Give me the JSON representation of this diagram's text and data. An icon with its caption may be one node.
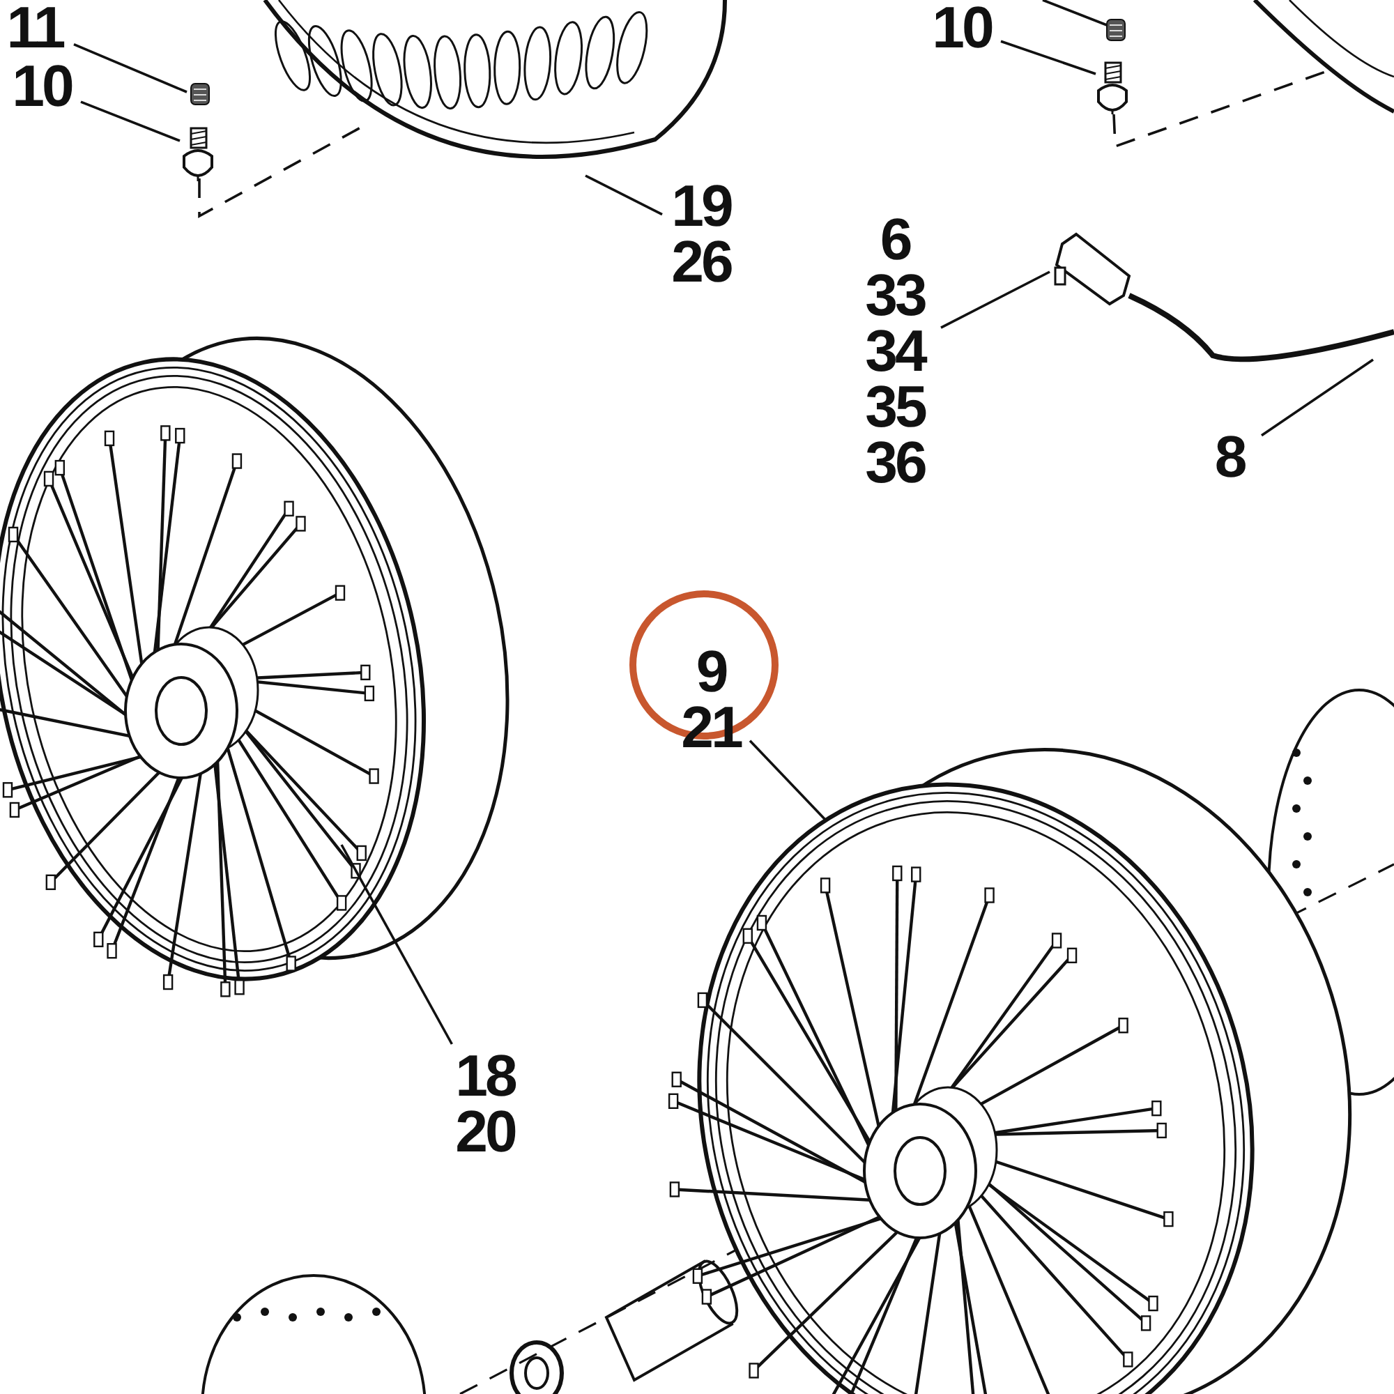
{
  "diagram": {
    "nodes": [
      {
        "text": [
          "11"
        ]
      },
      {
        "text": [
          "10"
        ]
      },
      {
        "text": [],
        "shape": "picture"
      },
      {
        "text": [],
        "shape": "picture"
      },
      {
        "text": [
          "19",
          "26"
        ]
      },
      {
        "text": [],
        "shape": "picture"
      },
      {
        "text": [
          "10"
        ]
      },
      {
        "text": [],
        "shape": "picture"
      },
      {
        "text": [],
        "shape": "picture"
      },
      {
        "text": [
          "6",
          "33",
          "34",
          "35",
          "36"
        ]
      },
      {
        "text": [],
        "shape": "picture"
      },
      {
        "text": [
          "8"
        ]
      },
      {
        "text": [],
        "shape": "picture"
      },
      {
        "text": [
          "9",
          "21"
        ]
      },
      {
        "text": [],
        "shape": "picture"
      },
      {
        "text": [],
        "shape": "picture"
      },
      {
        "text": [
          "18",
          "20"
        ]
      },
      {
        "text": [],
        "shape": "picture"
      }
    ],
    "edges": [
      {
        "from": 0,
        "to": 2,
        "arrow": "none"
      },
      {
        "from": 1,
        "to": 3,
        "arrow": "none"
      },
      {
        "from": 4,
        "to": 5,
        "arrow": "none"
      },
      {
        "from": 6,
        "to": 8,
        "arrow": "none"
      },
      {
        "from": null,
        "to": 7,
        "arrow": "none"
      },
      {
        "from": 9,
        "to": 10,
        "arrow": "none"
      },
      {
        "from": 11,
        "to": 12,
        "arrow": "none"
      },
      {
        "from": 13,
        "to": 14,
        "arrow": "none"
      },
      {
        "from": 16,
        "to": 15,
        "arrow": "none"
      },
      {
        "from": 3,
        "to": 5,
        "arrow": "none",
        "style": "dashed"
      },
      {
        "from": 8,
        "to": 17,
        "arrow": "none",
        "style": "dashed"
      }
    ]
  }
}
